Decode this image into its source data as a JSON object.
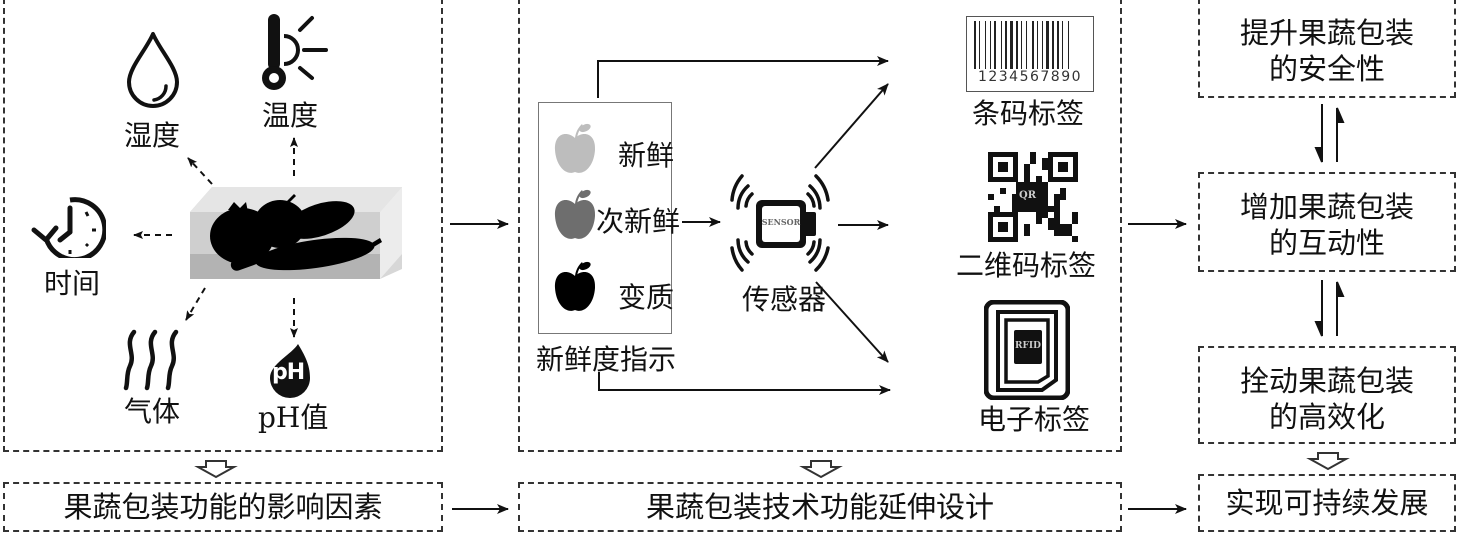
{
  "panels": {
    "factors": {
      "items": {
        "humidity": "湿度",
        "temperature": "温度",
        "time": "时间",
        "gas": "气体",
        "ph": "pH值"
      },
      "ph_icon_text": "pH",
      "caption": "果蔬包装功能的影响因素"
    },
    "technology": {
      "freshness_levels": [
        "新鲜",
        "次新鲜",
        "变质"
      ],
      "freshness_colors": [
        "#bdbdbd",
        "#6e6e6e",
        "#000000"
      ],
      "freshness_caption": "新鲜度指示",
      "sensor_label": "传感器",
      "sensor_icon_text": "SENSOR",
      "barcode_digits": "1234567890",
      "barcode_label": "条码标签",
      "qr_icon_text": "QR",
      "qr_label": "二维码标签",
      "rfid_icon_text": "RFID",
      "rfid_label": "电子标签",
      "caption": "果蔬包装技术功能延伸设计"
    },
    "outcomes": {
      "boxes": [
        {
          "line1": "提升果蔬包装",
          "line2": "的安全性"
        },
        {
          "line1": "增加果蔬包装",
          "line2": "的互动性"
        },
        {
          "line1": "拴动果蔬包装",
          "line2": "的高效化"
        }
      ],
      "caption": "实现可持续发展"
    }
  }
}
